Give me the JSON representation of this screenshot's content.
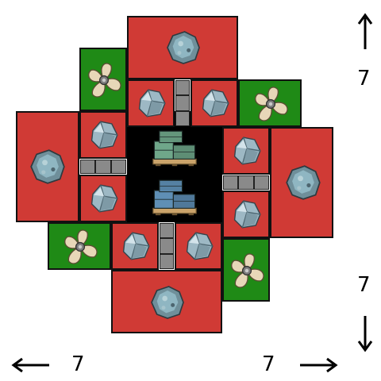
{
  "board": {
    "colors": {
      "rock_tile": "#d03a35",
      "propeller_tile": "#1f8a16",
      "center": "#000000",
      "conveyor": "#8a8a8a"
    },
    "icons": {
      "rock": "ore-rock-icon",
      "crystal": "crystal-chunk-icon",
      "propeller": "propeller-icon",
      "crate_green": "green-crate-pallet-icon",
      "crate_blue": "blue-crate-pallet-icon"
    }
  },
  "counters": {
    "top_right": "7",
    "bottom_right": "7",
    "bottom_left": "7",
    "bottom_center": "7"
  },
  "arrows": {
    "top_right": "up-arrow-icon",
    "bottom_right": "down-arrow-icon",
    "bottom_left": "left-arrow-icon",
    "bottom_center": "right-arrow-icon"
  }
}
